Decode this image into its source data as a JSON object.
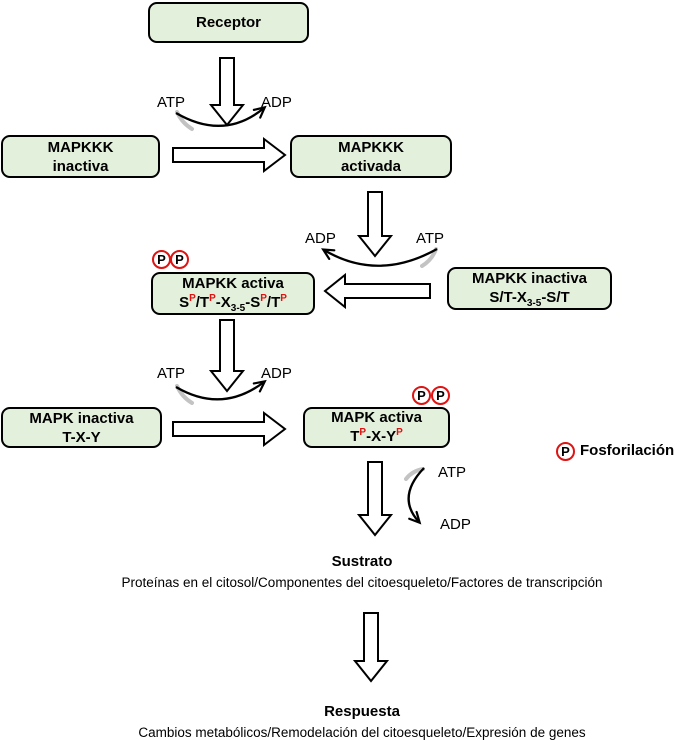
{
  "palette": {
    "box_fill": "#e3f0dc",
    "box_border": "#000000",
    "red": "#e01212"
  },
  "boxes": {
    "receptor": {
      "line1": "Receptor"
    },
    "mapkkk_inactive": {
      "line1": "MAPKKK",
      "line2": "inactiva"
    },
    "mapkkk_active": {
      "line1": "MAPKKK",
      "line2": "activada"
    },
    "mapkk_active": {
      "line1": "MAPKK activa",
      "formula": [
        {
          "t": "S"
        },
        {
          "t": "P",
          "sup": true,
          "red": true
        },
        {
          "t": "/T"
        },
        {
          "t": "P",
          "sup": true,
          "red": true
        },
        {
          "t": "-X"
        },
        {
          "t": "3-5",
          "sub": true
        },
        {
          "t": "-S"
        },
        {
          "t": "P",
          "sup": true,
          "red": true
        },
        {
          "t": "/T"
        },
        {
          "t": "P",
          "sup": true,
          "red": true
        }
      ]
    },
    "mapkk_inactive": {
      "line1": "MAPKK inactiva",
      "formula": [
        {
          "t": "S/T-X"
        },
        {
          "t": "3-5",
          "sub": true
        },
        {
          "t": "-S/T"
        }
      ]
    },
    "mapk_inactive": {
      "line1": "MAPK inactiva",
      "formula": [
        {
          "t": "T-X-Y"
        }
      ]
    },
    "mapk_active": {
      "line1": "MAPK activa",
      "formula": [
        {
          "t": "T"
        },
        {
          "t": "P",
          "sup": true,
          "red": true
        },
        {
          "t": "-X-Y"
        },
        {
          "t": "P",
          "sup": true,
          "red": true
        }
      ]
    }
  },
  "cycles": {
    "cycle1": {
      "left": "ATP",
      "right": "ADP"
    },
    "cycle2": {
      "left": "ADP",
      "right": "ATP"
    },
    "cycle3": {
      "left": "ATP",
      "right": "ADP"
    },
    "cycle4": {
      "top": "ATP",
      "bottom": "ADP"
    }
  },
  "phosphate_symbol": "P",
  "legend": {
    "symbol": "P",
    "label": "Fosforilación"
  },
  "sustrato": {
    "title": "Sustrato",
    "subtitle": "Proteínas en el citosol/Componentes del citoesqueleto/Factores de transcripción"
  },
  "respuesta": {
    "title": "Respuesta",
    "subtitle": "Cambios metabólicos/Remodelación del citoesqueleto/Expresión de genes"
  }
}
